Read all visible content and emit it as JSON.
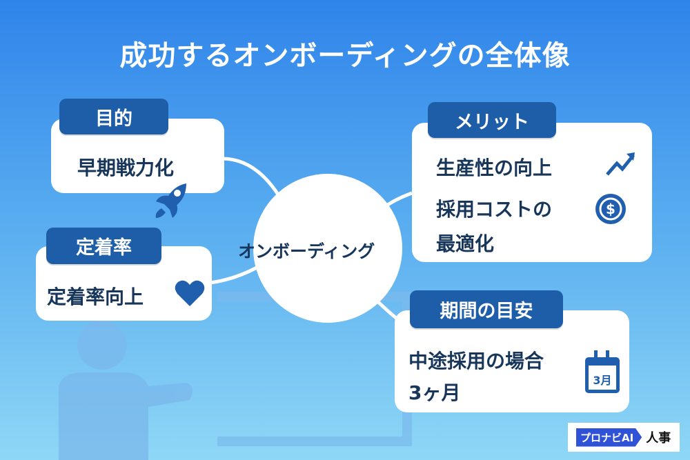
{
  "title": "成功するオンボーディングの全体像",
  "center": "オンボーディング",
  "purpose": {
    "label": "目的",
    "text": "早期戦力化",
    "icon": "rocket-icon"
  },
  "retention": {
    "label": "定着率",
    "text": "定着率向上",
    "icon": "heart-icon"
  },
  "merit": {
    "label": "メリット",
    "items": [
      "生産性の向上",
      "採用コストの",
      "最適化"
    ],
    "icons": [
      "trend-up-icon",
      "dollar-icon"
    ]
  },
  "period": {
    "label": "期間の目安",
    "line1": "中途採用の場合",
    "line2": "3ヶ月",
    "calendar": "3月"
  },
  "logo": {
    "brand": "プロナビAI",
    "suffix": "人事"
  },
  "colors": {
    "label_bg": "#1e5ea8",
    "text": "#17365a",
    "icon": "#1f5fae"
  }
}
